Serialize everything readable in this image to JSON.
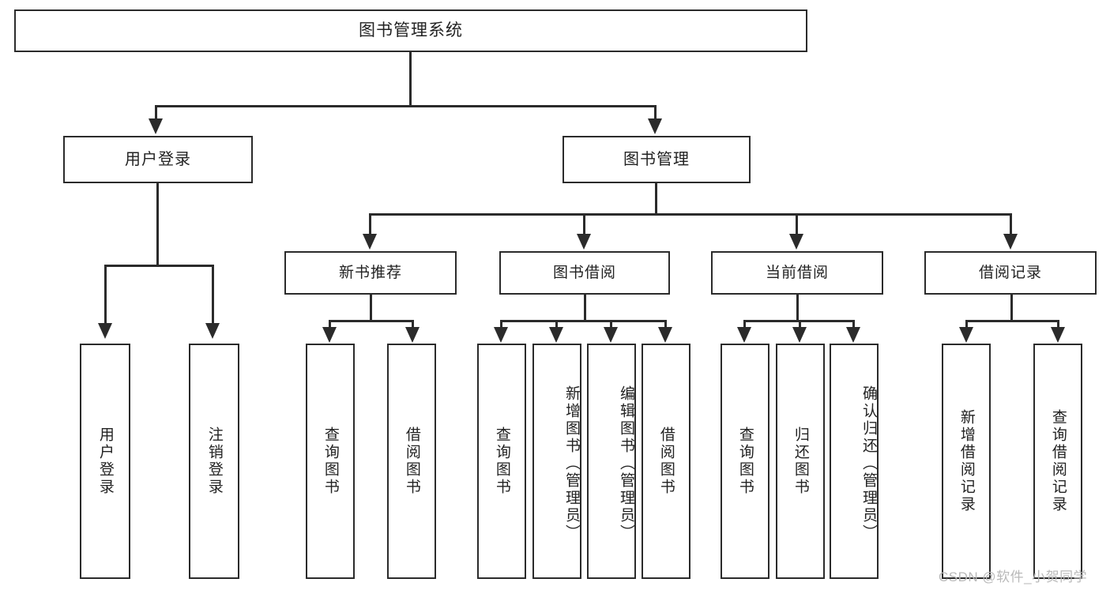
{
  "diagram": {
    "type": "tree-hierarchy",
    "title": "图书管理系统",
    "root": {
      "label": "图书管理系统"
    },
    "level1": [
      {
        "id": "user-login",
        "label": "用户登录"
      },
      {
        "id": "book-manage",
        "label": "图书管理"
      }
    ],
    "level2": [
      {
        "id": "new-book-rec",
        "label": "新书推荐",
        "parent": "book-manage"
      },
      {
        "id": "book-borrow",
        "label": "图书借阅",
        "parent": "book-manage"
      },
      {
        "id": "current-borrow",
        "label": "当前借阅",
        "parent": "book-manage"
      },
      {
        "id": "borrow-record",
        "label": "借阅记录",
        "parent": "book-manage"
      }
    ],
    "leaves": [
      {
        "id": "leaf-user-login",
        "label": "用户登录",
        "parent": "user-login"
      },
      {
        "id": "leaf-user-logout",
        "label": "注销登录",
        "parent": "user-login"
      },
      {
        "id": "leaf-query-book-1",
        "label": "查询图书",
        "parent": "new-book-rec"
      },
      {
        "id": "leaf-borrow-book-1",
        "label": "借阅图书",
        "parent": "new-book-rec"
      },
      {
        "id": "leaf-query-book-2",
        "label": "查询图书",
        "parent": "book-borrow"
      },
      {
        "id": "leaf-add-book",
        "label": "新增图书（管理员）",
        "parent": "book-borrow"
      },
      {
        "id": "leaf-edit-book",
        "label": "编辑图书（管理员）",
        "parent": "book-borrow"
      },
      {
        "id": "leaf-borrow-book-2",
        "label": "借阅图书",
        "parent": "book-borrow"
      },
      {
        "id": "leaf-query-book-3",
        "label": "查询图书",
        "parent": "current-borrow"
      },
      {
        "id": "leaf-return-book",
        "label": "归还图书",
        "parent": "current-borrow"
      },
      {
        "id": "leaf-confirm-return",
        "label": "确认归还（管理员）",
        "parent": "current-borrow"
      },
      {
        "id": "leaf-add-record",
        "label": "新增借阅记录",
        "parent": "borrow-record"
      },
      {
        "id": "leaf-query-record",
        "label": "查询借阅记录",
        "parent": "borrow-record"
      }
    ]
  },
  "watermark": {
    "text": "CSDN @软件_小贺同学"
  },
  "colors": {
    "stroke": "#2b2b2b",
    "background": "#ffffff",
    "text": "#222222",
    "watermark": "#b9b9b9"
  }
}
